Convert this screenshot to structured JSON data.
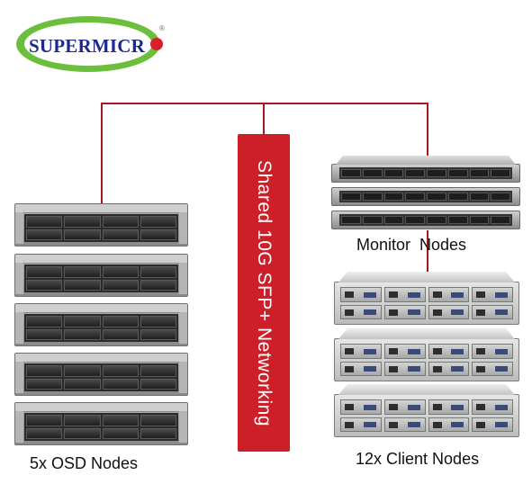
{
  "logo": {
    "text": "SUPERMICR",
    "registered": "®"
  },
  "network": {
    "label": "Shared 10G SFP+ Networking"
  },
  "groups": {
    "osd": {
      "caption": "5x OSD Nodes"
    },
    "monitor": {
      "caption": "Monitor  Nodes"
    },
    "client": {
      "caption": "12x Client Nodes"
    }
  },
  "colors": {
    "network": "#cc1f28",
    "line": "#9e1a22",
    "logo_blue": "#1d2a8c",
    "logo_green": "#6cbf3c",
    "logo_red": "#d81f2a"
  }
}
